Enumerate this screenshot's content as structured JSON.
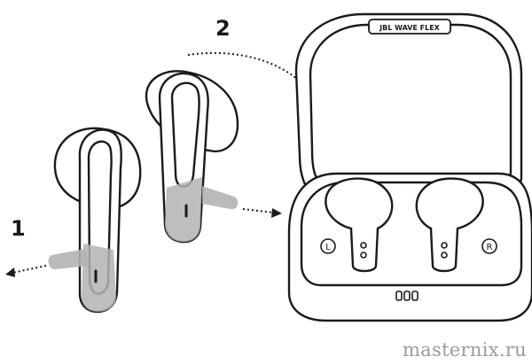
{
  "steps": {
    "step_1": "1",
    "step_2": "2"
  },
  "case": {
    "brand_text": "JBL WAVE FLEX",
    "left_marker": "L",
    "right_marker": "R"
  },
  "watermark": "masternix.ru",
  "colors": {
    "outline": "#1a1a1a",
    "highlight": "#b3b3b3",
    "background": "#ffffff"
  }
}
